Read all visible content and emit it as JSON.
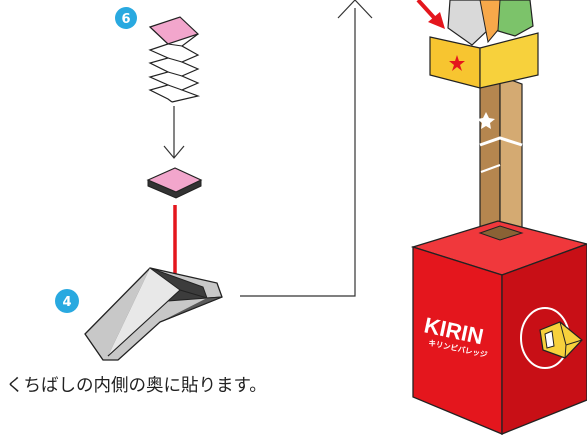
{
  "steps": {
    "top_badge": "6",
    "bottom_badge": "4"
  },
  "box_logo": {
    "brand": "KIRIN",
    "sub": "キリンビバレッジ"
  },
  "caption": "くちばしの内側の奥に貼ります。",
  "colors": {
    "badge": "#29a9e0",
    "pink": "#f2a6cc",
    "arrow_red": "#e4161d",
    "box_red": "#e4161d",
    "box_yellow": "#f7d13c",
    "pole_brown": "#c49a63",
    "beak_gray": "#c8c8c8",
    "beak_dark": "#3c3c3c"
  }
}
